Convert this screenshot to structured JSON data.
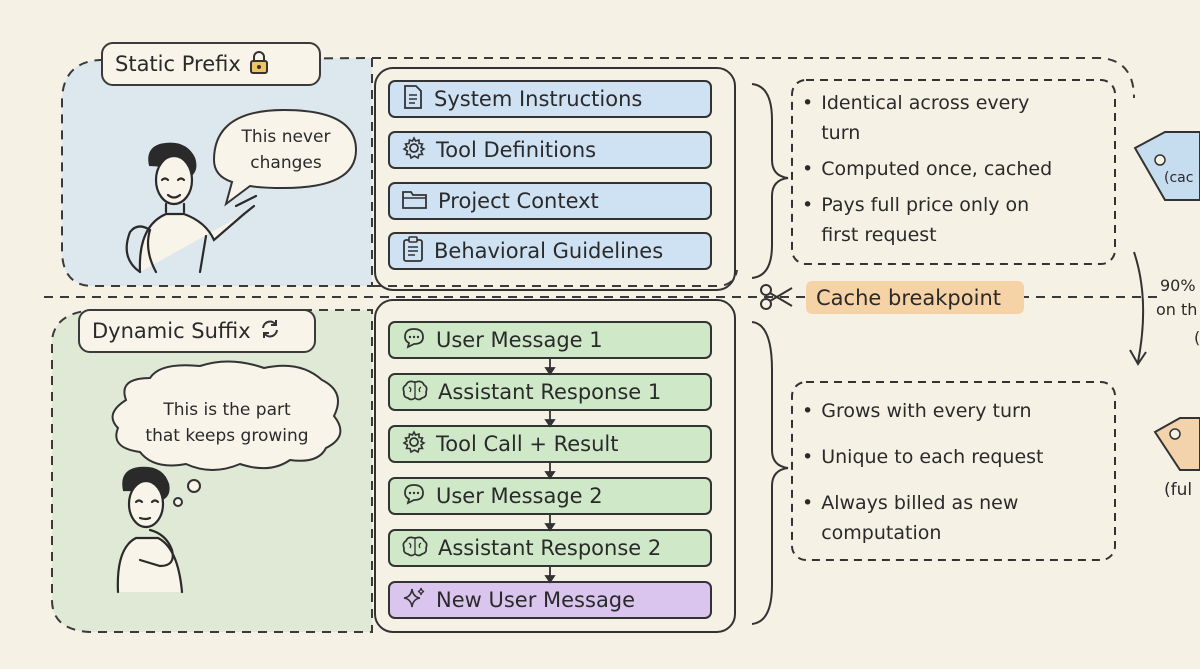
{
  "static_prefix": {
    "title": "Static Prefix",
    "bubble": [
      "This never",
      "changes"
    ],
    "rows": [
      {
        "label": "System Instructions",
        "icon": "document-icon"
      },
      {
        "label": "Tool Definitions",
        "icon": "gear-icon"
      },
      {
        "label": "Project Context",
        "icon": "folder-icon"
      },
      {
        "label": "Behavioral Guidelines",
        "icon": "clipboard-icon"
      }
    ],
    "notes": [
      [
        "Identical across every",
        "turn"
      ],
      [
        "Computed once, cached"
      ],
      [
        "Pays full price only on",
        "first request"
      ]
    ]
  },
  "cache_breakpoint": {
    "label": "Cache breakpoint",
    "icon": "scissors-icon"
  },
  "dynamic_suffix": {
    "title": "Dynamic Suffix",
    "bubble": [
      "This is the part",
      "that keeps growing"
    ],
    "rows": [
      {
        "label": "User Message 1",
        "icon": "chat-icon"
      },
      {
        "label": "Assistant Response 1",
        "icon": "brain-icon"
      },
      {
        "label": "Tool Call + Result",
        "icon": "gear-icon"
      },
      {
        "label": "User Message 2",
        "icon": "chat-icon"
      },
      {
        "label": "Assistant Response 2",
        "icon": "brain-icon"
      },
      {
        "label": "New User Message",
        "icon": "sparkle-icon"
      }
    ],
    "notes": [
      [
        "Grows with every turn"
      ],
      [
        "Unique to each request"
      ],
      [
        "Always billed as new",
        "computation"
      ]
    ]
  },
  "right_edge": {
    "tag_top_text": "(cac",
    "arrow_text": [
      "90%",
      "on th",
      "("
    ],
    "tag_bottom_text": "(ful"
  },
  "colors": {
    "background": "#f6f1e5",
    "static_zone": "#dde7ee",
    "dynamic_zone": "#dfe9d6",
    "static_row": "#cfe2f3",
    "dynamic_row": "#cfe9c8",
    "new_row": "#dac5ee",
    "cache_label": "#f6d3a6",
    "tag_top": "#c6dcef",
    "tag_bottom": "#f3d3ac"
  }
}
